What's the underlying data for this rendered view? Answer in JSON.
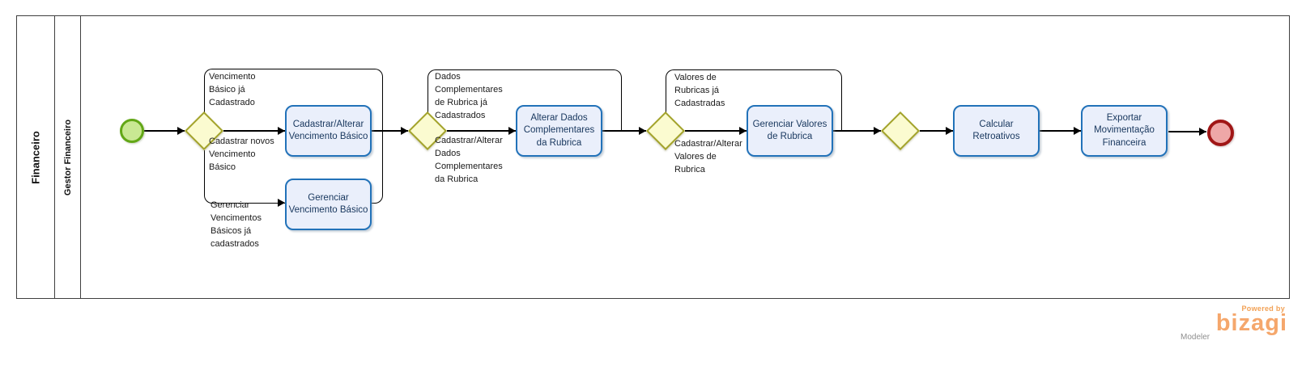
{
  "pool": {
    "label": "Financeiro",
    "lane_label": "Gestor Financeiro"
  },
  "tasks": [
    {
      "label": "Cadastrar/Alterar\nVencimento Básico"
    },
    {
      "label": "Gerenciar\nVencimento Básico"
    },
    {
      "label": "Alterar Dados\nComplementares\nda Rubrica"
    },
    {
      "label": "Gerenciar Valores\nde Rubrica"
    },
    {
      "label": "Calcular\nRetroativos"
    },
    {
      "label": "Exportar\nMovimentação\nFinanceira"
    }
  ],
  "flow_labels": [
    {
      "text": "Vencimento\nBásico já\nCadastrado"
    },
    {
      "text": "Cadastrar novos\nVencimento\nBásico"
    },
    {
      "text": "Gerenciar\nVencimentos\nBásicos já\ncadastrados"
    },
    {
      "text": "Dados\nComplementares\nde Rubrica já\nCadastrados"
    },
    {
      "text": "Cadastrar/Alterar\nDados\nComplementares\nda Rubrica"
    },
    {
      "text": "Valores de\nRubricas já\nCadastradas"
    },
    {
      "text": "Cadastrar/Alterar\nValores de\nRubrica"
    }
  ],
  "branding": {
    "powered_by": "Powered by",
    "logo": "bizagi",
    "product": "Modeler"
  },
  "colors": {
    "task_fill": "#EAEFFB",
    "task_border": "#2272B9",
    "gateway_fill": "#FBFBD0",
    "gateway_border": "#A3A32A",
    "start_fill": "#C9E893",
    "start_border": "#62A716",
    "end_fill": "#EEA7A7",
    "end_border": "#A01616",
    "connector": "#000000",
    "pool_border": "#3f3f3f",
    "logo_orange": "#F5A76C",
    "powered_by_orange": "#F2A155",
    "modeler_gray": "#8F8F8F"
  }
}
